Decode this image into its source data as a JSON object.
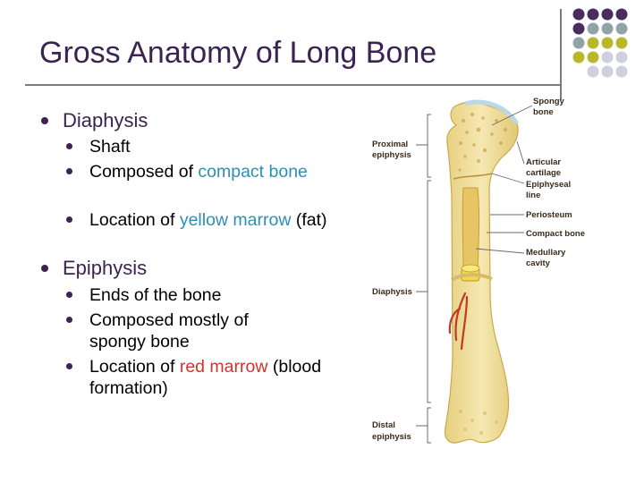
{
  "slide": {
    "title": "Gross Anatomy of Long Bone",
    "bullets": [
      {
        "label": "Diaphysis",
        "sub": [
          {
            "text": "Shaft"
          },
          {
            "pre": "Composed of ",
            "hl": "compact bone",
            "post": ""
          },
          {
            "pre": "Location of ",
            "hl": "yellow marrow",
            "post": " (fat)"
          }
        ]
      },
      {
        "label": "Epiphysis",
        "sub": [
          {
            "text": "Ends of the bone"
          },
          {
            "text": "Composed mostly of spongy bone"
          },
          {
            "pre": "Location of ",
            "red": "red marrow",
            "post": " (blood formation)"
          }
        ]
      }
    ]
  },
  "diagram": {
    "labels": {
      "spongy_bone_1": "Spongy",
      "spongy_bone_2": "bone",
      "proximal_1": "Proximal",
      "proximal_2": "epiphysis",
      "articular_1": "Articular",
      "articular_2": "cartilage",
      "epiphyseal_1": "Epiphyseal",
      "epiphyseal_2": "line",
      "periosteum": "Periosteum",
      "compact_bone": "Compact bone",
      "medullary_1": "Medullary",
      "medullary_2": "cavity",
      "diaphysis": "Diaphysis",
      "distal_1": "Distal",
      "distal_2": "epiphysis"
    }
  },
  "colors": {
    "purple": "#4a2c5e",
    "teal_gray": "#8fa3a8",
    "olive": "#b9b82a",
    "lavender": "#cfcde0",
    "bone": "#f1df9a",
    "marrow_yellow": "#e8c64a",
    "vessel_red": "#c0392b"
  }
}
